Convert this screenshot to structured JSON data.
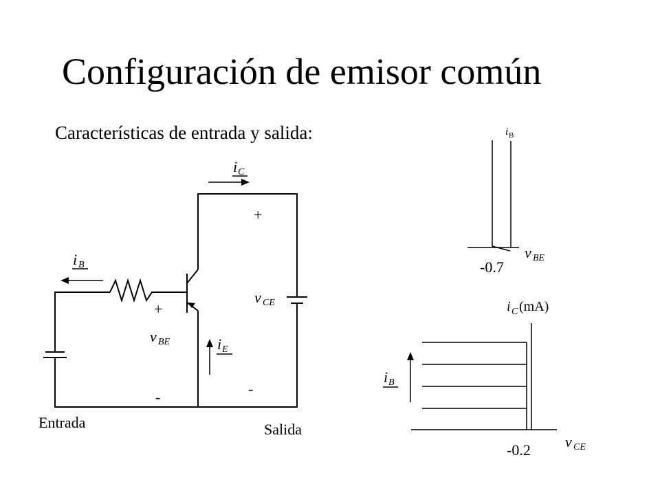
{
  "title": "Configuración de emisor común",
  "subtitle": "Características de entrada y salida:",
  "circuit": {
    "current_collector": {
      "main": "i",
      "sub": "C"
    },
    "current_base": {
      "main": "i",
      "sub": "B"
    },
    "current_emitter": {
      "main": "i",
      "sub": "E"
    },
    "voltage_base_emitter": {
      "main": "v",
      "sub": "BE"
    },
    "voltage_collector_emitter": {
      "main": "v",
      "sub": "CE"
    },
    "plus_sign": "+",
    "minus_sign": "-",
    "input_label": "Entrada",
    "output_label": "Salida"
  },
  "input_characteristic": {
    "y_label": {
      "main": "i",
      "sub": "B"
    },
    "x_label": {
      "main": "v",
      "sub": "BE"
    },
    "threshold": "-0.7"
  },
  "output_characteristic": {
    "y_label": {
      "main": "i",
      "sub": "C",
      "unit": "(mA)"
    },
    "x_label": {
      "main": "v",
      "sub": "CE"
    },
    "family_label": {
      "main": "i",
      "sub": "B"
    },
    "threshold": "-0.2"
  }
}
